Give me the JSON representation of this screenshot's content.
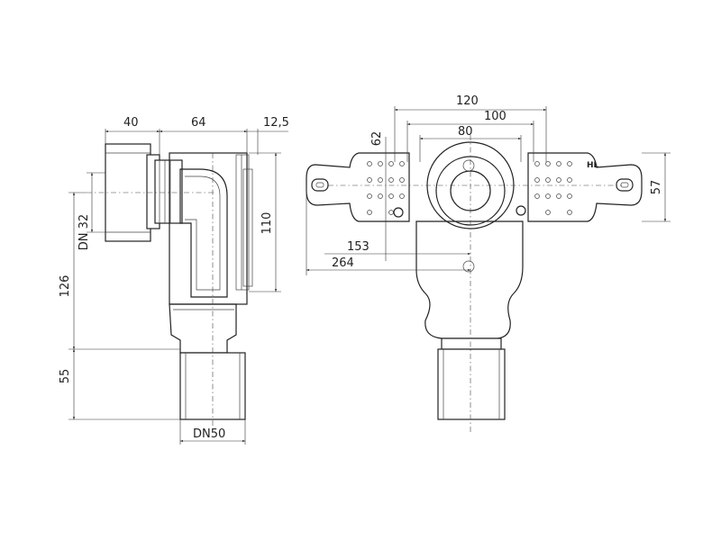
{
  "side_view": {
    "dim_40": "40",
    "dim_64": "64",
    "dim_12_5": "12,5",
    "dim_110": "110",
    "dim_126": "126",
    "dim_55": "55",
    "dim_dn32": "DN 32",
    "dim_dn50": "DN50"
  },
  "front_view": {
    "dim_120": "120",
    "dim_100": "100",
    "dim_80": "80",
    "dim_62": "62",
    "dim_57": "57",
    "dim_153": "153",
    "dim_264": "264",
    "mark_hl": "HL"
  }
}
